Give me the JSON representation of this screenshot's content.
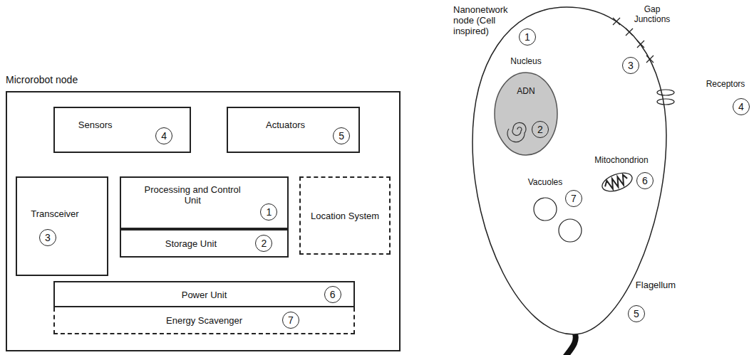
{
  "diagram": {
    "nodes": [
      {
        "text": [
          "Microrobot node"
        ]
      },
      {
        "text": [
          "Sensors",
          "4"
        ],
        "in": 0
      },
      {
        "text": [
          "Actuators",
          "5"
        ],
        "in": 0
      },
      {
        "text": [
          "Transceiver",
          "3"
        ],
        "in": 0
      },
      {
        "text": [
          "Processing and Control Unit",
          "1"
        ],
        "in": 0
      },
      {
        "text": [
          "Storage Unit",
          "2"
        ],
        "in": 0
      },
      {
        "text": [
          "Location System"
        ],
        "in": 0
      },
      {
        "text": [
          "Power Unit",
          "6"
        ],
        "in": 0
      },
      {
        "text": [
          "Energy Scavenger",
          "7"
        ],
        "in": 0
      }
    ],
    "edges": [
      {
        "from": 1,
        "to": 3,
        "arrow": "none"
      },
      {
        "from": 1,
        "to": 4,
        "arrow": "none"
      },
      {
        "from": 2,
        "to": 4,
        "arrow": "none"
      },
      {
        "from": 2,
        "to": 6,
        "arrow": "none"
      },
      {
        "from": 3,
        "to": 4,
        "arrow": "none"
      },
      {
        "from": 4,
        "to": 6,
        "arrow": "none"
      },
      {
        "from": 5,
        "to": 7,
        "arrow": "none"
      },
      {
        "from": 3,
        "to": 7,
        "arrow": "none"
      },
      {
        "from": 6,
        "to": 7,
        "arrow": "none"
      }
    ],
    "labels": [
      "Nanonetwork node (Cell inspired)",
      "1",
      "Nucleus",
      "ADN",
      "2",
      "Gap Junctions",
      "3",
      "Receptors",
      "4",
      "Mitochondrion",
      "6",
      "Vacuoles",
      "7",
      "Flagellum",
      "5"
    ]
  }
}
